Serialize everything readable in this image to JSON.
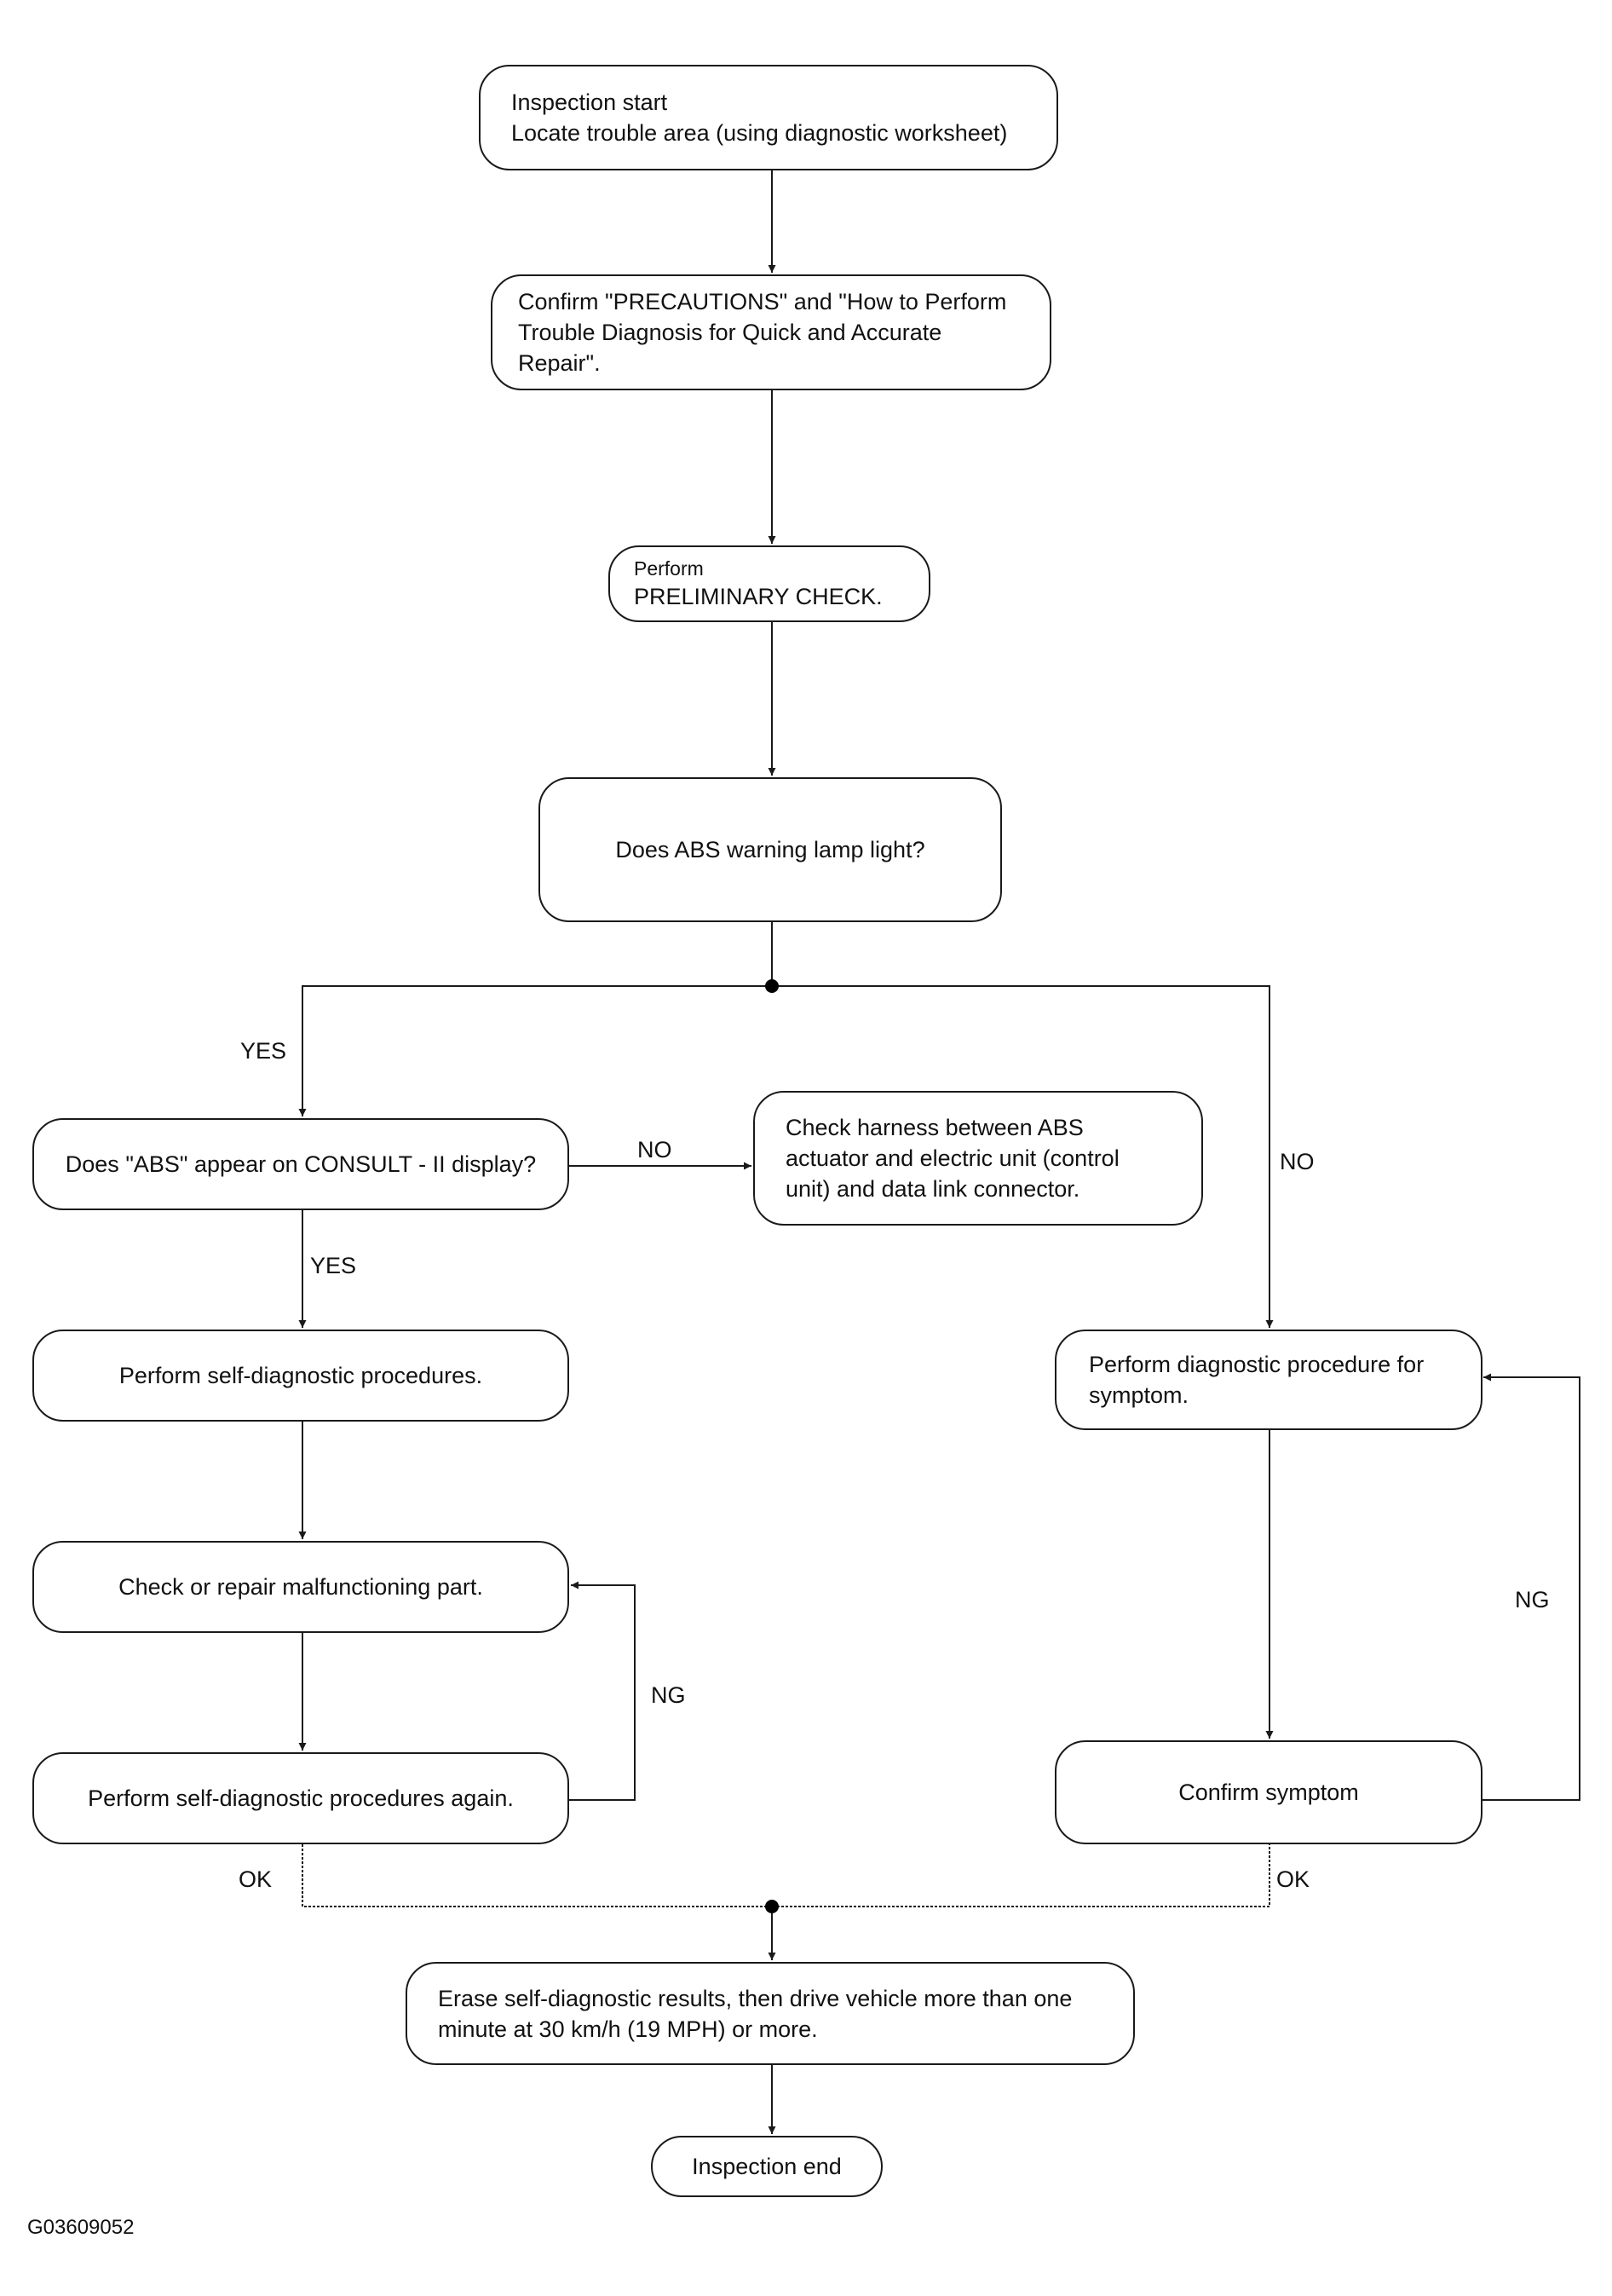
{
  "nodes": {
    "start": [
      "Inspection start",
      "Locate trouble area (using diagnostic worksheet)"
    ],
    "precautions": "Confirm \"PRECAUTIONS\" and \"How to Perform\nTrouble Diagnosis for Quick and Accurate\nRepair\".",
    "preliminary": [
      "Perform",
      "PRELIMINARY CHECK."
    ],
    "abs_lamp": "Does ABS warning lamp light?",
    "consult": "Does \"ABS\" appear on CONSULT - II display?",
    "harness": "Check harness between ABS\nactuator and electric unit (control\nunit) and data link connector.",
    "self_diag": "Perform self-diagnostic procedures.",
    "repair": "Check or repair malfunctioning part.",
    "self_diag_again": "Perform self-diagnostic procedures again.",
    "symptom_proc": "Perform diagnostic procedure for\nsymptom.",
    "confirm_symptom": "Confirm symptom",
    "erase": "Erase self-diagnostic results, then drive vehicle more than one\nminute at 30 km/h (19 MPH) or more.",
    "end": "Inspection end"
  },
  "labels": {
    "yes_lamp": "YES",
    "no_lamp": "NO",
    "yes_consult": "YES",
    "no_consult": "NO",
    "ng_left": "NG",
    "ng_right": "NG",
    "ok_left": "OK",
    "ok_right": "OK"
  },
  "figure_code": "G03609052"
}
